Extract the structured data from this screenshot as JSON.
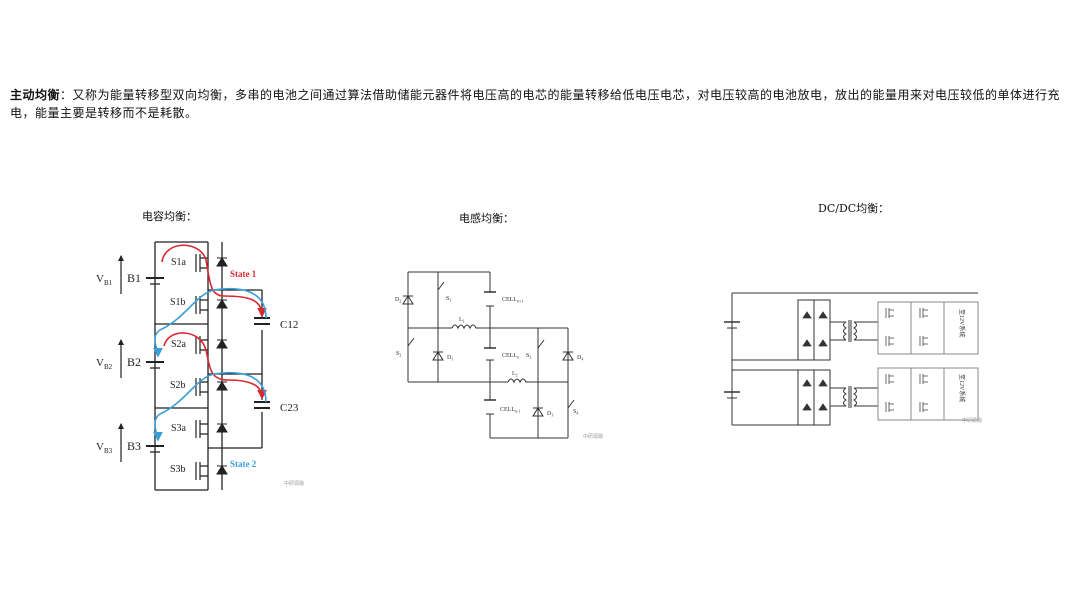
{
  "intro": {
    "term": "主动均衡",
    "text": "：又称为能量转移型双向均衡，多串的电池之间通过算法借助储能元器件将电压高的电芯的能量转移给低电压电芯，对电压较高的电池放电，放出的能量用来对电压较低的单体进行充电，能量主要是转移而不是耗散。"
  },
  "captions": {
    "capacitor": "电容均衡：",
    "inductor": "电感均衡：",
    "dcdc": "DC/DC均衡："
  },
  "capacitor_circuit": {
    "voltages": [
      "V",
      "V",
      "V"
    ],
    "voltage_subs": [
      "B1",
      "B2",
      "B3"
    ],
    "batteries": [
      "B1",
      "B2",
      "B3"
    ],
    "switches": [
      "S1a",
      "S1b",
      "S2a",
      "S2b",
      "S3a",
      "S3b"
    ],
    "capacitors": [
      "C12",
      "C23"
    ],
    "state1": "State 1",
    "state2": "State 2",
    "state1_color": "#d9282f",
    "state2_color": "#3a9fd6",
    "watermark": "中研源融"
  },
  "inductor_circuit": {
    "diodes": [
      "D",
      "D",
      "D",
      "D"
    ],
    "diode_subs": [
      "2",
      "1",
      "4",
      "3"
    ],
    "switches": [
      "S",
      "S",
      "S",
      "S"
    ],
    "switch_subs": [
      "1",
      "2",
      "3",
      "4"
    ],
    "inductors": [
      "L",
      "L"
    ],
    "inductor_subs": [
      "1",
      "2"
    ],
    "cells": [
      "CELL",
      "CELL",
      "CELL"
    ],
    "cell_subs": [
      "n+1",
      "n",
      "n-1"
    ],
    "watermark": "中研源融"
  },
  "dcdc_circuit": {
    "outputs": [
      "至12V系统",
      "至12V系统"
    ],
    "watermark": "中研源融"
  }
}
